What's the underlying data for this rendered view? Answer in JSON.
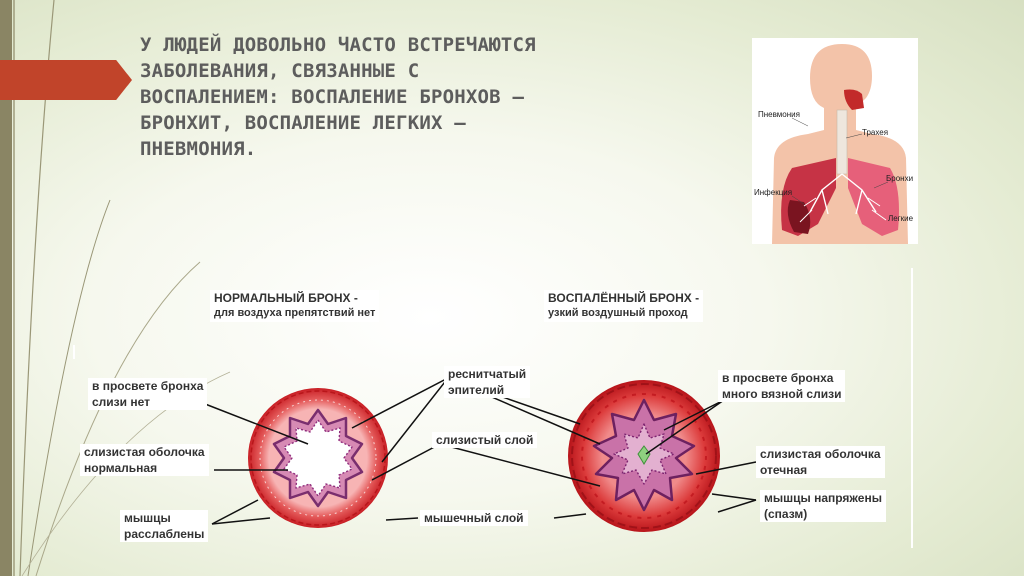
{
  "slide": {
    "title_lines": [
      "У ЛЮДЕЙ ДОВОЛЬНО ЧАСТО ВСТРЕЧАЮТСЯ",
      "ЗАБОЛЕВАНИЯ, СВЯЗАННЫЕ С",
      "ВОСПАЛЕНИЕМ: ВОСПАЛЕНИЕ БРОНХОВ –",
      "БРОНХИТ, ВОСПАЛЕНИЕ ЛЕГКИХ –",
      "ПНЕВМОНИЯ."
    ],
    "accent_color": "#c1442a"
  },
  "anatomy": {
    "labels": {
      "pneumonia": "Пневмония",
      "trachea": "Трахея",
      "bronchi": "Бронхи",
      "infection": "Инфекция",
      "lungs": "Легкие"
    }
  },
  "normal": {
    "header_line1": "НОРМАЛЬНЫЙ БРОНХ -",
    "header_line2": "для воздуха препятствий нет",
    "lumen": [
      "в просвете бронха",
      "слизи нет"
    ],
    "mucosa": [
      "слизистая оболочка",
      "нормальная"
    ],
    "muscles": [
      "мышцы",
      "расслаблены"
    ]
  },
  "inflamed": {
    "header_line1": "ВОСПАЛЁННЫЙ БРОНХ -",
    "header_line2": "узкий воздушный проход",
    "lumen": [
      "в просвете бронха",
      "много вязной слизи"
    ],
    "mucosa": [
      "слизистая оболочка",
      "отечная"
    ],
    "muscles": [
      "мышцы напряжены",
      "(спазм)"
    ]
  },
  "shared": {
    "epithelium": [
      "реснитчатый",
      "эпителий"
    ],
    "mucous_layer": "слизистый слой",
    "muscle_layer": "мышечный слой"
  }
}
